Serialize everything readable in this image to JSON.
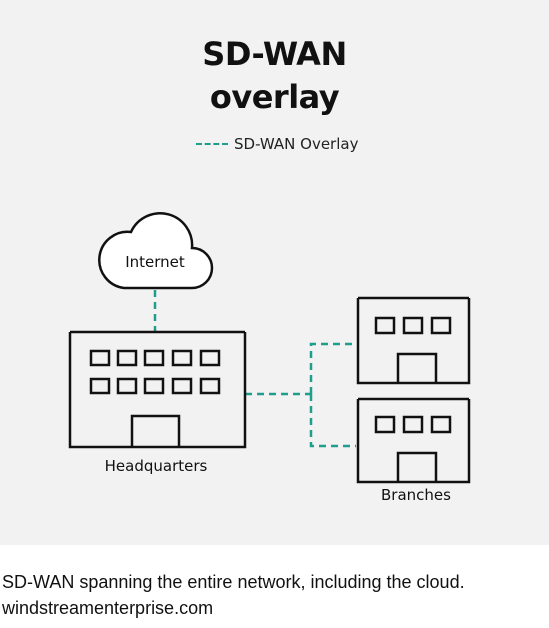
{
  "title": {
    "line1": "SD-WAN",
    "line2": "overlay"
  },
  "legend": {
    "label": "SD-WAN Overlay",
    "color": "#1f9e8e"
  },
  "nodes": {
    "internet": "Internet",
    "headquarters": "Headquarters",
    "branches": "Branches"
  },
  "caption": {
    "line1": "SD-WAN spanning the entire network, including the cloud.",
    "line2": "windstreamenterprise.com"
  },
  "colors": {
    "panel": "#f2f2f2",
    "stroke": "#111111",
    "overlay": "#1f9e8e"
  }
}
